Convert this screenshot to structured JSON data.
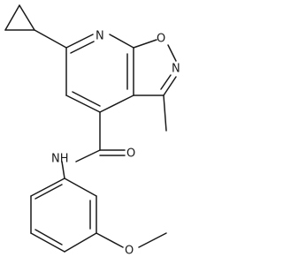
{
  "atoms": {
    "n_pyridine": "N",
    "o_ring": "O",
    "n_oxazole": "N",
    "amide_nh": "NH",
    "amide_o": "O",
    "ether_o": "O"
  }
}
